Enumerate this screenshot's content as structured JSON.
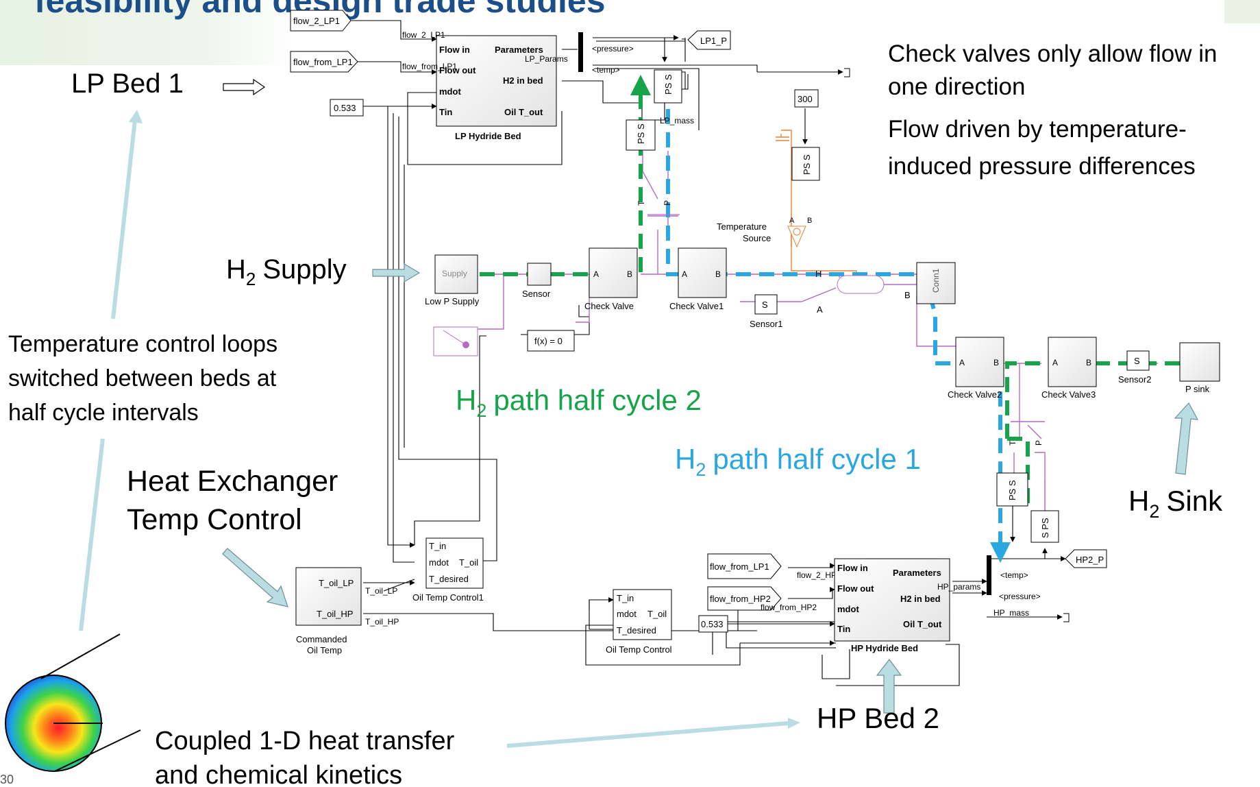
{
  "slide": {
    "title_fragment": "feasibility and design trade studies",
    "page_number": "30"
  },
  "annotations": {
    "lp_bed_1": "LP Bed 1",
    "h2_supply": "Supply",
    "check_valves_line1": "Check valves only allow flow in",
    "check_valves_line2": "one direction",
    "flow_driven_line1": "Flow driven by temperature-",
    "flow_driven_line2": "induced pressure differences",
    "temp_loops_line1": "Temperature control loops",
    "temp_loops_line2": "switched between beds at",
    "temp_loops_line3": "half cycle intervals",
    "hx_line1": "Heat Exchanger",
    "hx_line2": "Temp Control",
    "path2": "path half cycle 2",
    "path1": "path half cycle 1",
    "h2_sink": "Sink",
    "hp_bed_2": "HP Bed 2",
    "coupled_line1": "Coupled 1-D heat transfer",
    "coupled_line2": "and chemical kinetics",
    "h_letter": "H",
    "sub2": "2"
  },
  "blocks": {
    "flow_2_lp1_tag": "flow_2_LP1",
    "flow_from_lp1_tag": "flow_from_LP1",
    "const_lp": "0.533",
    "lp_bed": {
      "name": "LP Hydride Bed",
      "in_flow": "Flow in",
      "in_flowout": "Flow out",
      "in_mdot": "mdot",
      "in_tin": "Tin",
      "out_params": "Parameters",
      "out_h2": "H2 in bed",
      "out_oil": "Oil T_out"
    },
    "sig_flow_2_lp1": "flow_2_LP1",
    "sig_flow_from_lp1": "flow_from_LP1",
    "sig_lp_params": "LP_Params",
    "bus_pressure": "<pressure>",
    "bus_temp": "<temp>",
    "lp1_p_tag": "LP1_P",
    "lp_mass": "LP_mass",
    "const_300": "300",
    "ps_s": "PS S",
    "s_ps": "S PS",
    "temperature_source_line1": "Temperature",
    "temperature_source_line2": "Source",
    "supply_block": "Supply",
    "low_p_supply": "Low P Supply",
    "sensor": "Sensor",
    "check_valve": "Check Valve",
    "check_valve1": "Check Valve1",
    "sensor1": "Sensor1",
    "s_letter": "S",
    "port_a": "A",
    "port_b": "B",
    "port_h": "H",
    "port_t": "T",
    "port_p": "P",
    "conn1": "Conn1",
    "fx0": "f(x) = 0",
    "check_valve2": "Check Valve2",
    "check_valve3": "Check Valve3",
    "sensor2": "Sensor2",
    "p_sink": "P sink",
    "oil_ctrl1": {
      "name": "Oil Temp Control1",
      "t_in": "T_in",
      "mdot": "mdot",
      "t_oil": "T_oil",
      "t_desired": "T_desired"
    },
    "oil_ctrl": {
      "name": "Oil Temp Control",
      "t_in": "T_in",
      "mdot": "mdot",
      "t_oil": "T_oil",
      "t_desired": "T_desired"
    },
    "commanded": {
      "line1": "Commanded",
      "line2": "Oil Temp",
      "out_lp": "T_oil_LP",
      "out_hp": "T_oil_HP"
    },
    "sig_t_oil_lp": "T_oil_LP",
    "sig_t_oil_hp": "T_oil_HP",
    "flow_from_lp1_tag2": "flow_from_LP1",
    "flow_from_hp2_tag": "flow_from_HP2",
    "sig_flow_2_hp2": "flow_2_HP2",
    "sig_flow_from_hp2": "flow_from_HP2",
    "const_hp": "0.533",
    "hp_bed": {
      "name": "HP Hydride Bed",
      "in_flow": "Flow in",
      "in_flowout": "Flow out",
      "in_mdot": "mdot",
      "in_tin": "Tin",
      "out_params": "Parameters",
      "out_h2": "H2 in bed",
      "out_oil": "Oil T_out"
    },
    "sig_hp_params": "HP_params",
    "bus_temp2": "<temp>",
    "bus_pressure2": "<pressure>",
    "hp_mass": "HP_mass",
    "hp2_p_tag": "HP2_P"
  },
  "colors": {
    "title": "#1c4f8a",
    "green_path": "#17a34a",
    "blue_path": "#2aa7e0",
    "callout_arrow": "#b9dde2",
    "physical_line": "#b46ac6",
    "thermal_line": "#e8823a"
  }
}
